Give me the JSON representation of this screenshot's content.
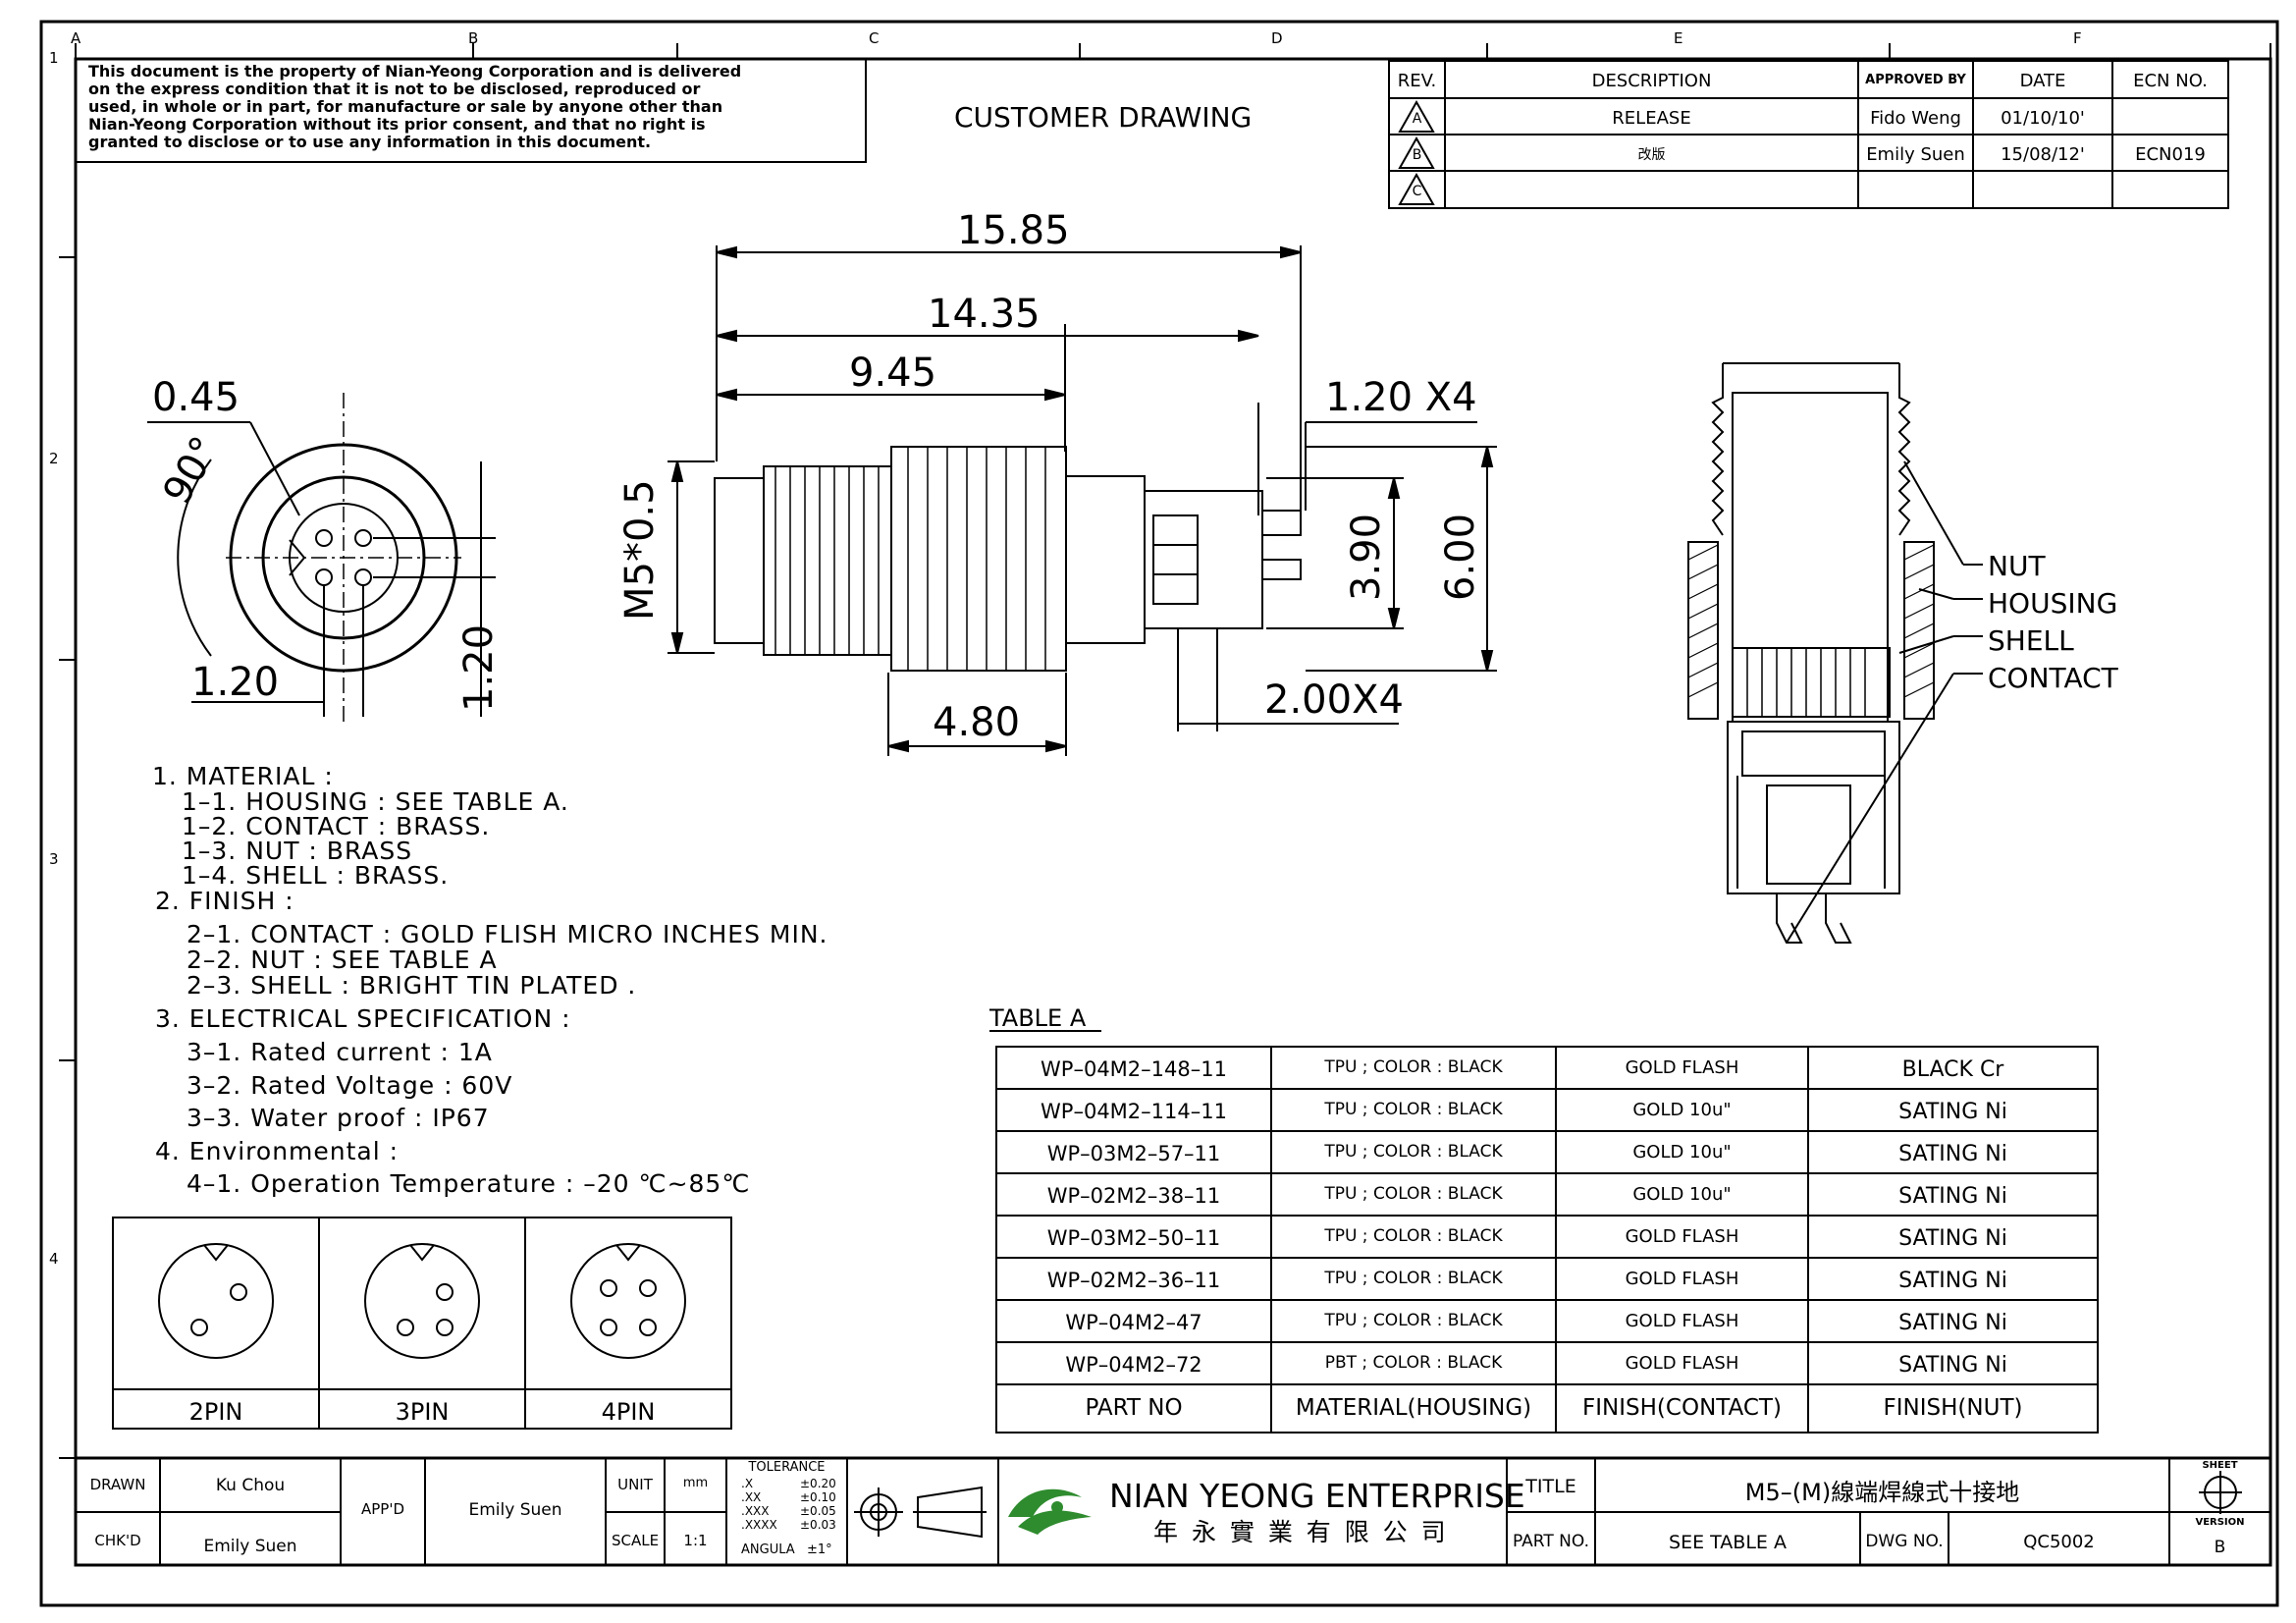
{
  "border": {
    "col_labels": [
      "A",
      "B",
      "C",
      "D",
      "E",
      "F"
    ],
    "row_labels": [
      "1",
      "2",
      "3",
      "4"
    ]
  },
  "disclaimer": [
    "This document is the property of Nian-Yeong Corporation and is delivered",
    "on  the  express condition that it is not to be disclosed, reproduced or",
    "used, in whole or in part, for manufacture or sale by anyone other than",
    "Nian-Yeong Corporation without  its prior consent, and that  no right  is",
    "granted to disclose or to use any information in this  document."
  ],
  "drawing_type": "CUSTOMER DRAWING",
  "revision_table": {
    "headers": [
      "REV.",
      "DESCRIPTION",
      "APPROVED BY",
      "DATE",
      "ECN NO."
    ],
    "rows": [
      {
        "rev": "A",
        "description": "RELEASE",
        "approved": "Fido Weng",
        "date": "01/10/10'",
        "ecn": ""
      },
      {
        "rev": "B",
        "description": "改版",
        "approved": "Emily Suen",
        "date": "15/08/12'",
        "ecn": "ECN019"
      },
      {
        "rev": "C",
        "description": "",
        "approved": "",
        "date": "",
        "ecn": ""
      }
    ]
  },
  "front_view_dims": {
    "d1": "0.45",
    "d2": "90°",
    "d3": "1.20",
    "d4": "1.20"
  },
  "side_view_dims": {
    "overall": "15.85",
    "mid": "14.35",
    "thread_len": "9.45",
    "pin": "1.20 X4",
    "thread": "M5*0.5",
    "inner": "3.90",
    "outer": "6.00",
    "nut": "4.80",
    "pitch": "2.00X4"
  },
  "section_labels": [
    "NUT",
    "HOUSING",
    "SHELL",
    "CONTACT"
  ],
  "notes": [
    {
      "text": "1. MATERIAL :",
      "indent": 0
    },
    {
      "text": "1–1. HOUSING : SEE TABLE A.",
      "indent": 1
    },
    {
      "text": "1–2. CONTACT : BRASS.",
      "indent": 1
    },
    {
      "text": "1–3. NUT : BRASS",
      "indent": 1
    },
    {
      "text": "1–4. SHELL : BRASS.",
      "indent": 1
    },
    {
      "text": "2. FINISH :",
      "indent": 0
    },
    {
      "text": "2–1. CONTACT : GOLD FLISH MICRO INCHES MIN.",
      "indent": 1
    },
    {
      "text": "2–2. NUT : SEE TABLE A",
      "indent": 1
    },
    {
      "text": "2–3. SHELL : BRIGHT TIN PLATED .",
      "indent": 1
    },
    {
      "text": "3. ELECTRICAL SPECIFICATION :",
      "indent": 0
    },
    {
      "text": "3–1. Rated current : 1A",
      "indent": 1
    },
    {
      "text": "3–2. Rated Voltage : 60V",
      "indent": 1
    },
    {
      "text": "3–3. Water proof : IP67",
      "indent": 1
    },
    {
      "text": "4. Environmental :",
      "indent": 0
    },
    {
      "text": "4–1. Operation Temperature : –20 ℃~85℃",
      "indent": 1
    }
  ],
  "pin_configs": [
    "2PIN",
    "3PIN",
    "4PIN"
  ],
  "table_a": {
    "title": "TABLE A",
    "headers": [
      "PART NO",
      "MATERIAL(HOUSING)",
      "FINISH(CONTACT)",
      "FINISH(NUT)"
    ],
    "rows": [
      [
        "WP–04M2–148–11",
        "TPU ; COLOR : BLACK",
        "GOLD FLASH",
        "BLACK Cr"
      ],
      [
        "WP–04M2–114–11",
        "TPU ; COLOR : BLACK",
        "GOLD 10u\"",
        "SATING Ni"
      ],
      [
        "WP–03M2–57–11",
        "TPU ; COLOR : BLACK",
        "GOLD 10u\"",
        "SATING Ni"
      ],
      [
        "WP–02M2–38–11",
        "TPU ; COLOR : BLACK",
        "GOLD 10u\"",
        "SATING Ni"
      ],
      [
        "WP–03M2–50–11",
        "TPU ; COLOR : BLACK",
        "GOLD FLASH",
        "SATING Ni"
      ],
      [
        "WP–02M2–36–11",
        "TPU ; COLOR : BLACK",
        "GOLD FLASH",
        "SATING Ni"
      ],
      [
        "WP–04M2–47",
        "TPU ; COLOR : BLACK",
        "GOLD FLASH",
        "SATING Ni"
      ],
      [
        "WP–04M2–72",
        "PBT ; COLOR : BLACK",
        "GOLD FLASH",
        "SATING Ni"
      ]
    ]
  },
  "title_block": {
    "drawn_label": "DRAWN",
    "drawn": "Ku Chou",
    "chkd_label": "CHK'D",
    "chkd": "Emily Suen",
    "appd_label": "APP'D",
    "appd": "Emily Suen",
    "unit_label": "UNIT",
    "unit": "mm",
    "scale_label": "SCALE",
    "scale": "1:1",
    "tolerance_label": "TOLERANCE",
    "tolerances": [
      [
        ".X",
        "±0.20"
      ],
      [
        ".XX",
        "±0.10"
      ],
      [
        ".XXX",
        "±0.05"
      ],
      [
        ".XXXX",
        "±0.03"
      ]
    ],
    "angular_label": "ANGULA",
    "angular": "±1°",
    "company_en": "NIAN YEONG ENTERPRISE",
    "company_zh": "年 永 實 業 有 限 公 司",
    "title_label": "TITLE",
    "title": "M5–(M)線端焊線式十接地",
    "partno_label": "PART NO.",
    "partno": "SEE TABLE A",
    "dwgno_label": "DWG NO.",
    "dwgno": "QC5002",
    "sheet_label": "SHEET",
    "version_label": "VERSION",
    "version": "B"
  }
}
